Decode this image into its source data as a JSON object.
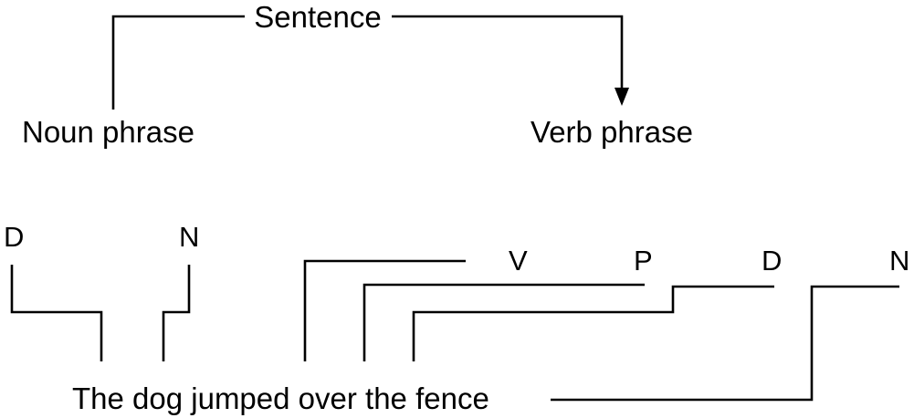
{
  "diagram": {
    "root": "Sentence",
    "noun_phrase": "Noun phrase",
    "verb_phrase": "Verb phrase",
    "sentence_text": "The dog jumped over the fence",
    "tags": {
      "determiner_1": "D",
      "noun_1": "N",
      "verb": "V",
      "preposition": "P",
      "determiner_2": "D",
      "noun_2": "N"
    }
  },
  "colors": {
    "ink": "#000000",
    "background": "#ffffff"
  }
}
